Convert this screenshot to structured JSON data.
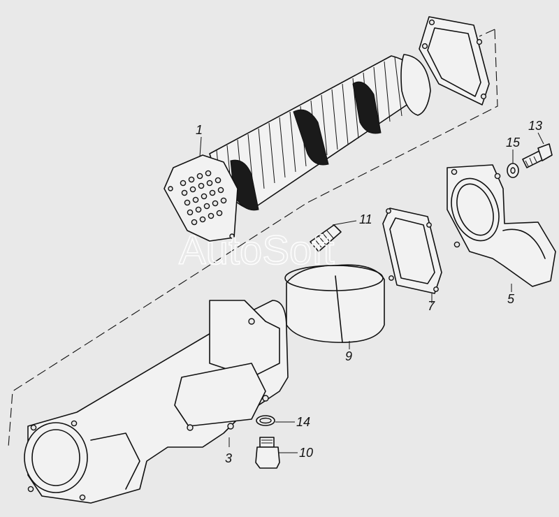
{
  "callouts": {
    "part_1": "1",
    "part_3": "3",
    "part_5": "5",
    "part_7": "7",
    "part_9": "9",
    "part_10": "10",
    "part_11": "11",
    "part_13": "13",
    "part_14": "14",
    "part_15": "15"
  },
  "watermark": "AutoSoft",
  "colors": {
    "background": "#e9e9e9",
    "ink": "#111111",
    "part_fill": "#f2f2f2"
  }
}
